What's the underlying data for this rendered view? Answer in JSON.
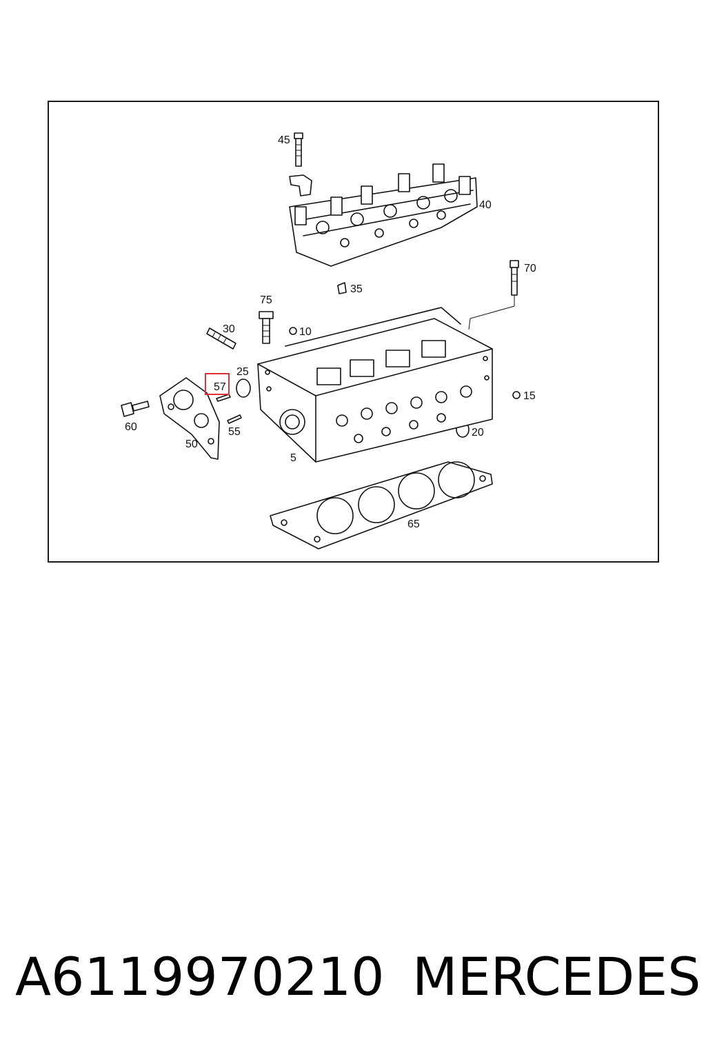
{
  "diagram": {
    "callouts": {
      "c5": "5",
      "c10": "10",
      "c15": "15",
      "c20": "20",
      "c25": "25",
      "c30": "30",
      "c35": "35",
      "c40": "40",
      "c45": "45",
      "c50": "50",
      "c55": "55",
      "c57": "57",
      "c60": "60",
      "c65": "65",
      "c70": "70",
      "c75": "75"
    },
    "highlighted_callout": "57",
    "highlight_color": "#e0303a"
  },
  "caption": {
    "part_number": "A6119970210",
    "brand": "MERCEDES"
  }
}
